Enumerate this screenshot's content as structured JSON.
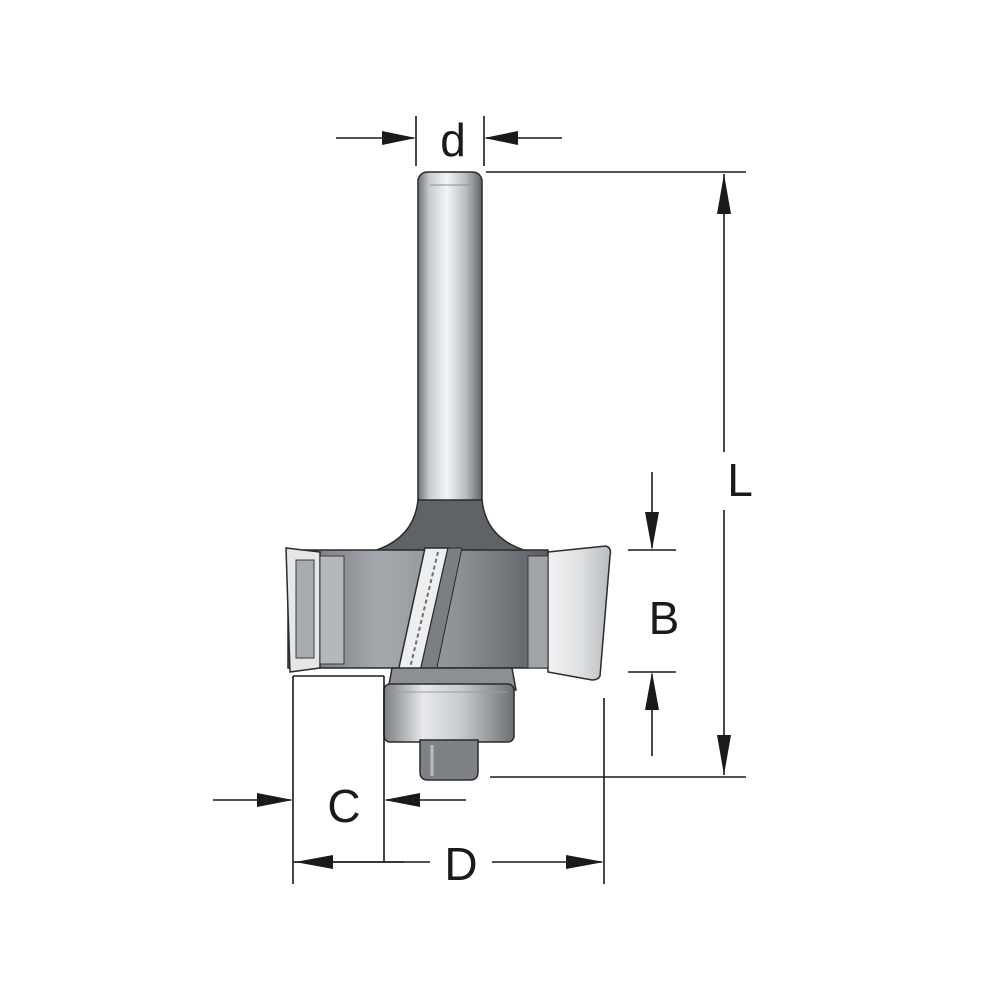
{
  "diagram": {
    "subject": "router-bit-with-bearing",
    "colors": {
      "steel_light": "#d7d9db",
      "steel_mid": "#9a9ea3",
      "steel_dark": "#5d6166",
      "outline": "#2a2a2a",
      "background": "#ffffff"
    },
    "dimensions": {
      "d": "d",
      "L": "L",
      "B": "B",
      "C": "C",
      "D": "D"
    }
  }
}
